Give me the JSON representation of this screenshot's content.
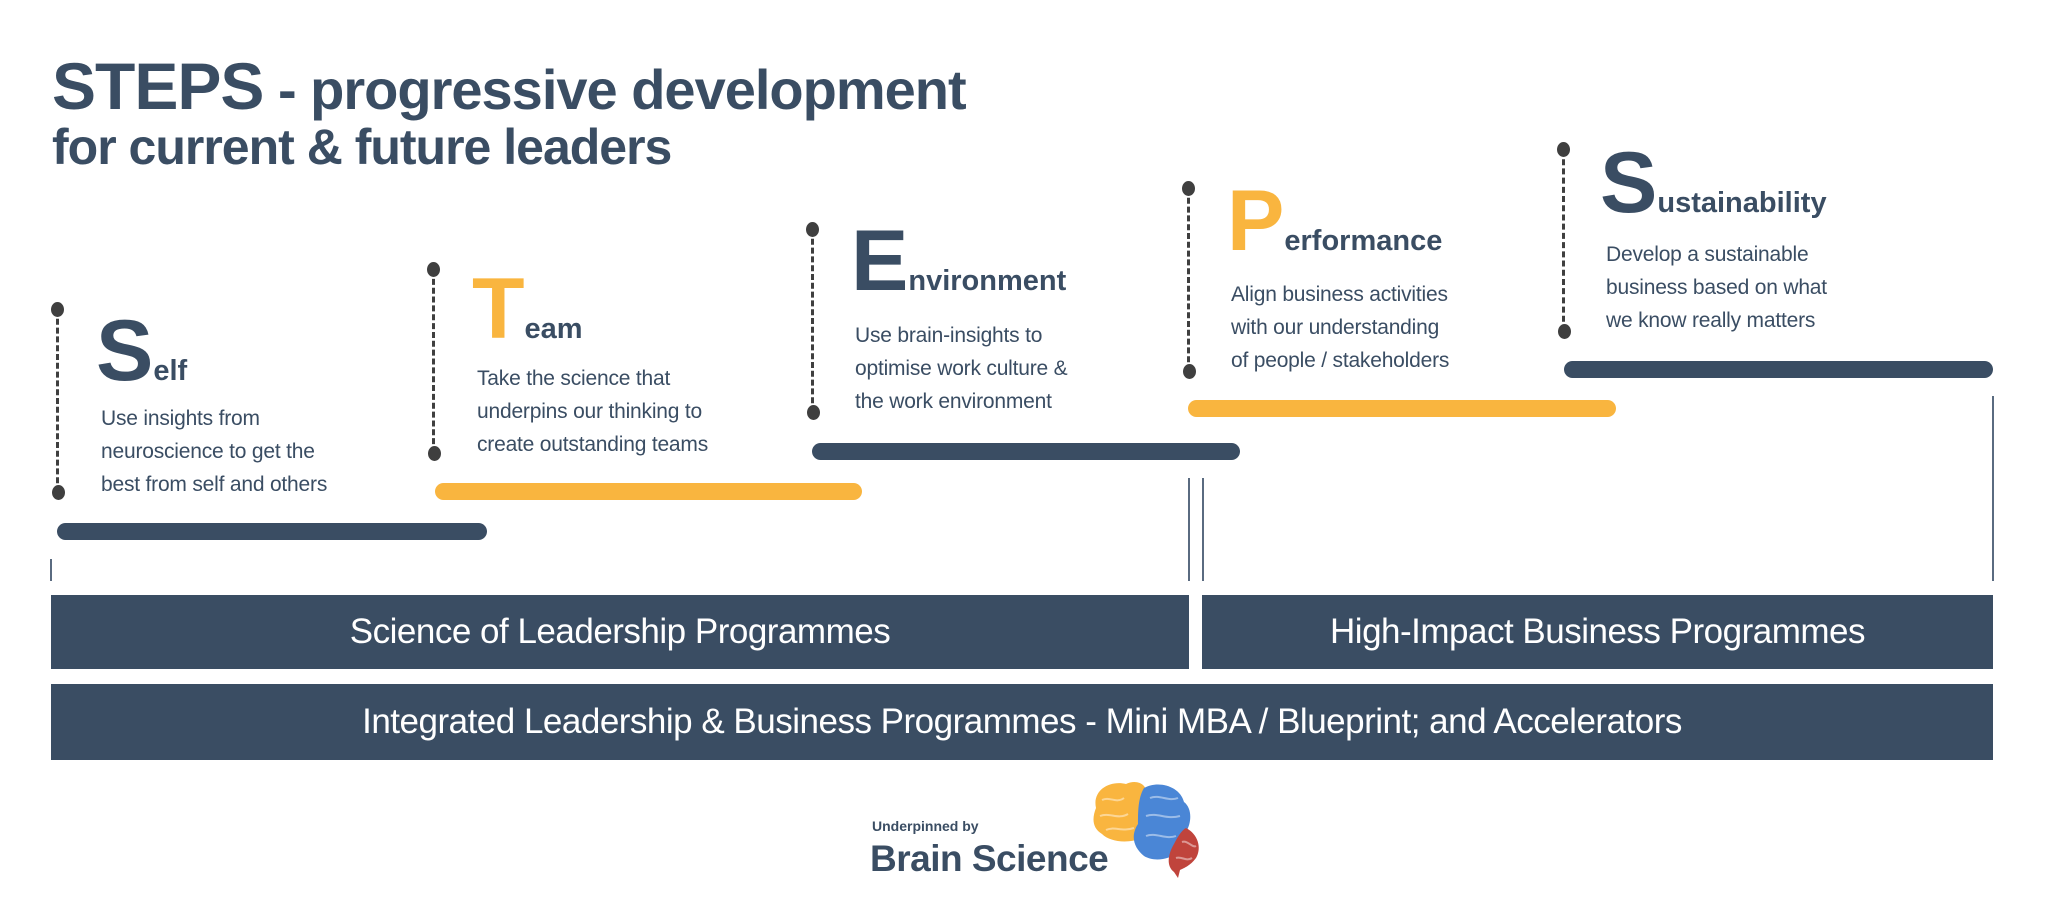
{
  "title": {
    "acronym": "STEPS",
    "dash": " - ",
    "line1_rest": "progressive development",
    "line2": "for current & future leaders"
  },
  "steps": [
    {
      "initial": "S",
      "rest": "elf",
      "desc": [
        "Use insights from",
        "neuroscience to get the",
        "best from self and others"
      ],
      "color": "#3a4d63"
    },
    {
      "initial": "T",
      "rest": "eam",
      "desc": [
        "Take the science that",
        "underpins our thinking to",
        "create outstanding teams"
      ],
      "color": "#f9b53f"
    },
    {
      "initial": "E",
      "rest": "nvironment",
      "desc": [
        "Use brain-insights to",
        "optimise work culture &",
        "the work environment"
      ],
      "color": "#3a4d63"
    },
    {
      "initial": "P",
      "rest": "erformance",
      "desc": [
        "Align business activities",
        "with our understanding",
        "of people / stakeholders"
      ],
      "color": "#f9b53f"
    },
    {
      "initial": "S",
      "rest": "ustainability",
      "desc": [
        "Develop a sustainable",
        "business based on what",
        "we know really matters"
      ],
      "color": "#3a4d63"
    }
  ],
  "programmes": {
    "science": "Science of Leadership Programmes",
    "high_impact": "High-Impact Business Programmes",
    "integrated": "Integrated Leadership & Business Programmes - Mini MBA / Blueprint; and Accelerators"
  },
  "logo": {
    "small": "Underpinned by",
    "big": "Brain Science"
  },
  "colors": {
    "navy": "#3a4d63",
    "gold": "#f9b53f",
    "dot": "#3f3f3f"
  }
}
